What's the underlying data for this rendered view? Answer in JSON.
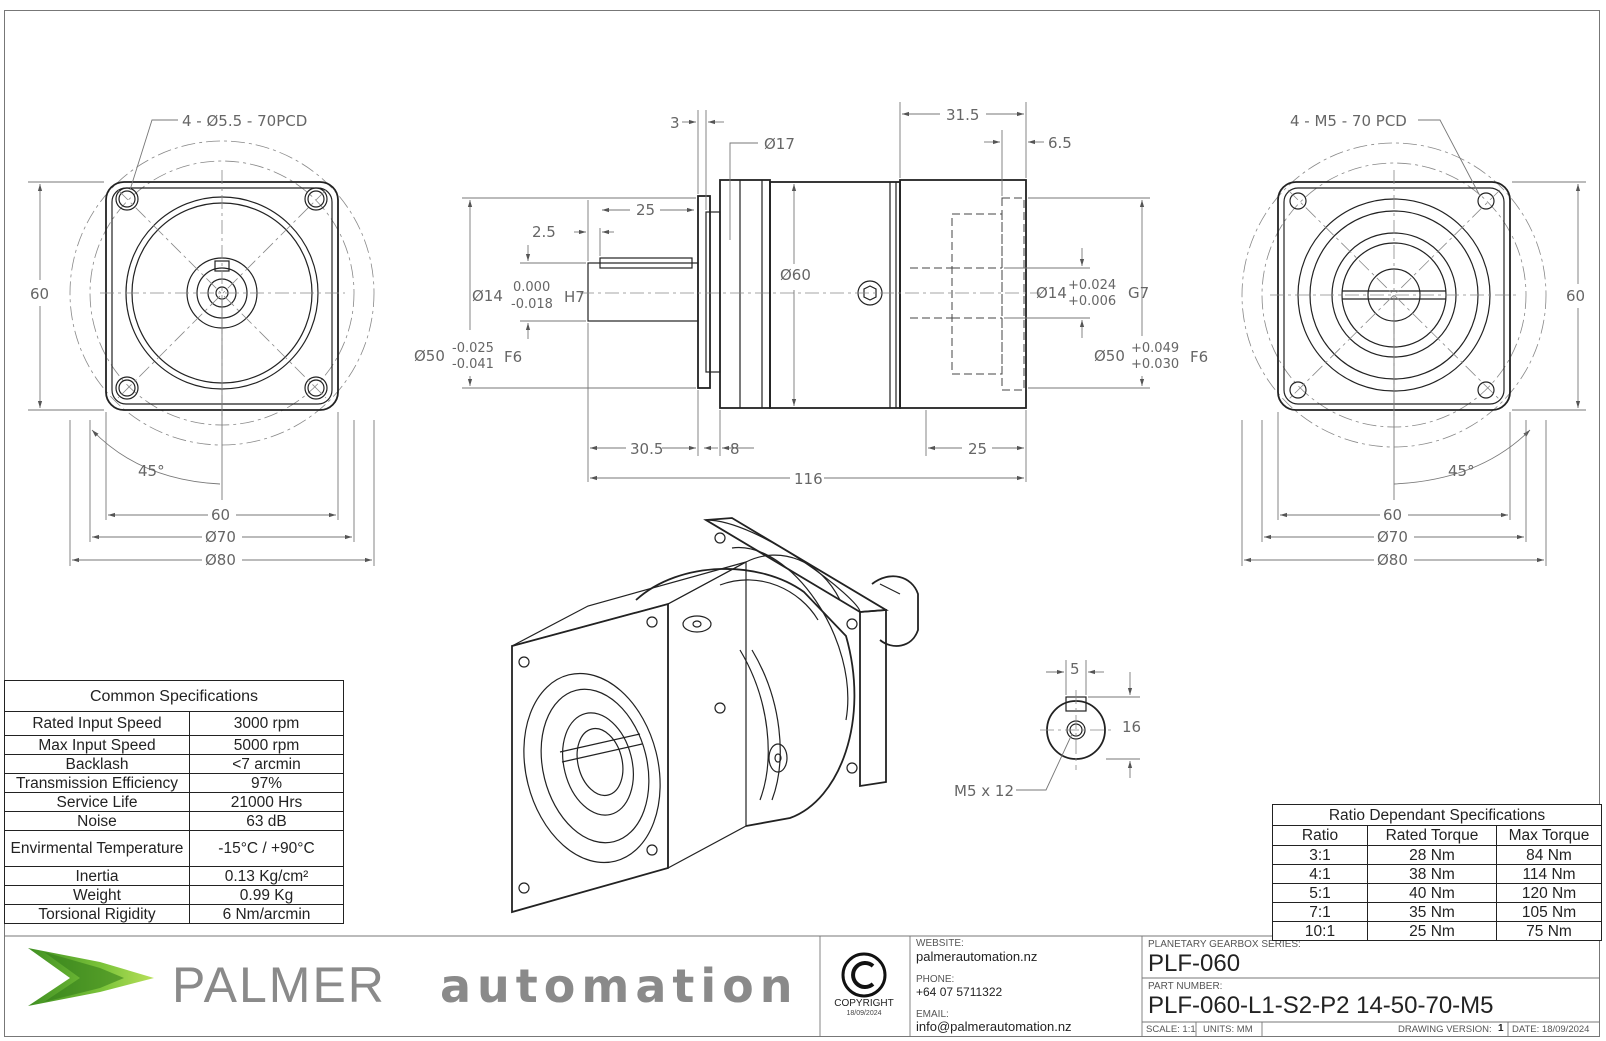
{
  "drawing": {
    "left_view": {
      "callout_holes": "4 - Ø5.5 - 70PCD",
      "dim_height": "60",
      "dim_angle": "45°",
      "dim_width": "60",
      "dim_pcd": "Ø70",
      "dim_outer": "Ø80"
    },
    "side_view": {
      "dim_3": "3",
      "dim_d17": "Ø17",
      "dim_31_5": "31.5",
      "dim_6_5": "6.5",
      "dim_25_top": "25",
      "dim_2_5": "2.5",
      "dim_d60": "Ø60",
      "shaft_dia": "Ø14",
      "shaft_tol_upper": "0.000",
      "shaft_tol_lower": "-0.018",
      "shaft_fit": "H7",
      "spigot_dia": "Ø50",
      "spigot_tol_upper": "-0.025",
      "spigot_tol_lower": "-0.041",
      "spigot_fit": "F6",
      "bore_dia": "Ø14",
      "bore_tol_upper": "+0.024",
      "bore_tol_lower": "+0.006",
      "bore_fit": "G7",
      "out_spigot_dia": "Ø50",
      "out_spigot_tol_upper": "+0.049",
      "out_spigot_tol_lower": "+0.030",
      "out_spigot_fit": "F6",
      "dim_30_5": "30.5",
      "dim_8": "8",
      "dim_25_bottom": "25",
      "dim_116": "116"
    },
    "right_view": {
      "callout_holes": "4 - M5 - 70 PCD",
      "dim_height": "60",
      "dim_angle": "45°",
      "dim_width": "60",
      "dim_pcd": "Ø70",
      "dim_outer": "Ø80"
    },
    "key_detail": {
      "dim_5": "5",
      "dim_16": "16",
      "callout": "M5 x 12"
    }
  },
  "common_specs": {
    "title": "Common Specifications",
    "rows": [
      {
        "label": "Rated Input Speed",
        "value": "3000 rpm"
      },
      {
        "label": "Max Input Speed",
        "value": "5000 rpm"
      },
      {
        "label": "Backlash",
        "value": "<7 arcmin"
      },
      {
        "label": "Transmission Efficiency",
        "value": "97%"
      },
      {
        "label": "Service Life",
        "value": "21000 Hrs"
      },
      {
        "label": "Noise",
        "value": "63 dB"
      },
      {
        "label": "Envirmental Temperature",
        "value": "-15°C / +90°C"
      },
      {
        "label": "Inertia",
        "value": "0.13 Kg/cm²"
      },
      {
        "label": "Weight",
        "value": "0.99 Kg"
      },
      {
        "label": "Torsional Rigidity",
        "value": "6 Nm/arcmin"
      }
    ]
  },
  "ratio_specs": {
    "title": "Ratio Dependant Specifications",
    "headers": [
      "Ratio",
      "Rated Torque",
      "Max Torque"
    ],
    "rows": [
      [
        "3:1",
        "28 Nm",
        "84 Nm"
      ],
      [
        "4:1",
        "38 Nm",
        "114 Nm"
      ],
      [
        "5:1",
        "40 Nm",
        "120 Nm"
      ],
      [
        "7:1",
        "35 Nm",
        "105 Nm"
      ],
      [
        "10:1",
        "25 Nm",
        "75 Nm"
      ]
    ]
  },
  "title_block": {
    "brand_word1": "PALMER",
    "brand_word2": "automation",
    "copyright_label": "COPYRIGHT",
    "copyright_date": "18/09/2024",
    "website_label": "WEBSITE:",
    "website": "palmerautomation.nz",
    "phone_label": "PHONE:",
    "phone": "+64 07 5711322",
    "email_label": "EMAIL:",
    "email": "info@palmerautomation.nz",
    "series_label": "PLANETARY GEARBOX SERIES:",
    "series": "PLF-060",
    "part_label": "PART NUMBER:",
    "part_number": "PLF-060-L1-S2-P2 14-50-70-M5",
    "scale": "SCALE: 1:1",
    "units": "UNITS: MM",
    "drawing_version_label": "DRAWING VERSION:",
    "drawing_version": "1",
    "date": "DATE: 18/09/2024"
  },
  "colors": {
    "logo_green": "#5aa02c",
    "logo_green_light": "#a5d64a",
    "brand_grey": "#8a8a8a",
    "line": "#222222"
  }
}
